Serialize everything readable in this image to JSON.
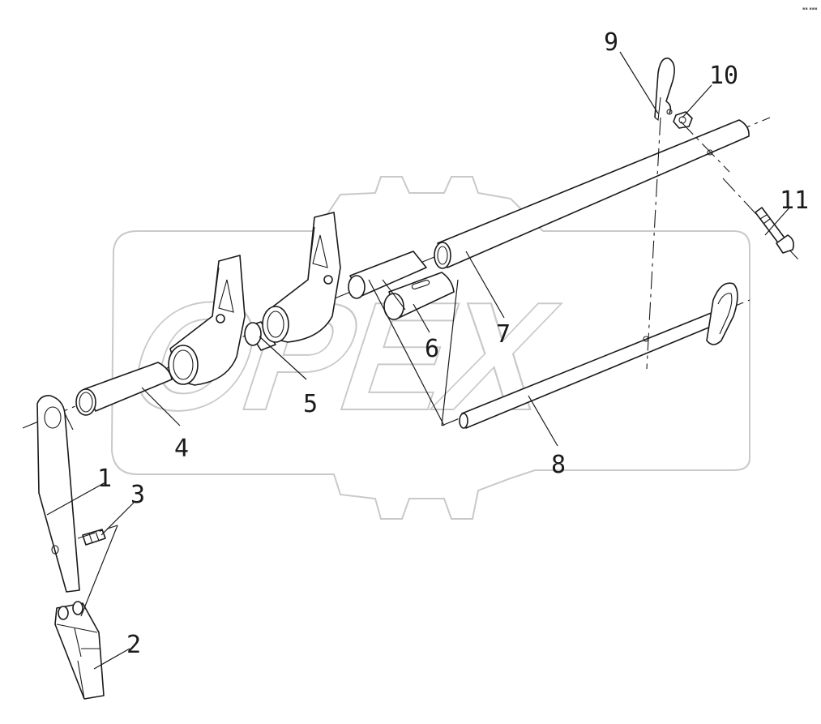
{
  "diagram": {
    "watermark_text": "OPEX",
    "corner_mark": "▪▪ ▪▪▪",
    "colors": {
      "line": "#1a1a1a",
      "watermark": "#c9c9c9",
      "background": "#ffffff"
    },
    "callouts": [
      "1",
      "2",
      "3",
      "4",
      "5",
      "6",
      "7",
      "8",
      "9",
      "10",
      "11"
    ]
  }
}
